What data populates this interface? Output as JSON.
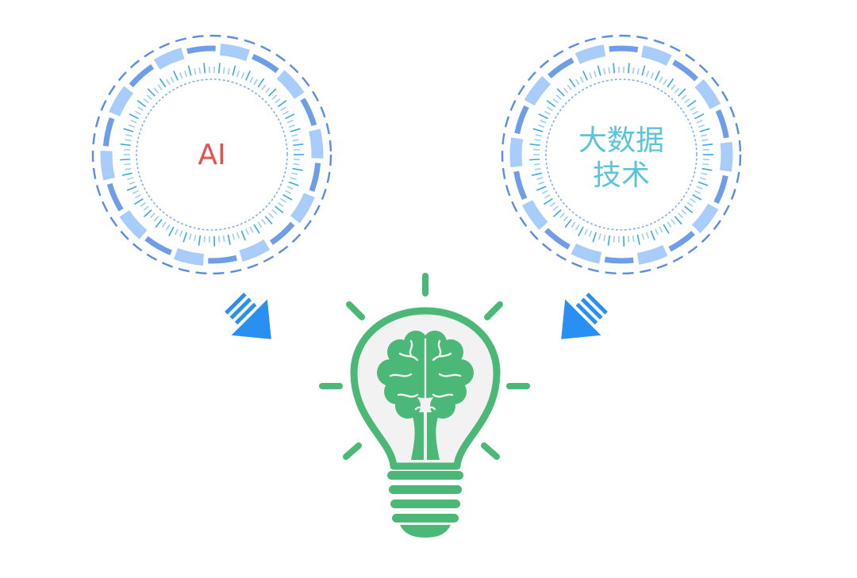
{
  "left_circle": {
    "label_lines": [
      "AI"
    ],
    "label_color": "#e8504f"
  },
  "right_circle": {
    "label_lines": [
      "大数据",
      "技术"
    ],
    "label_color": "#5bc4da"
  },
  "colors": {
    "ring_dash": "#5b8de6",
    "ring_segment_light": "#a9cdfa",
    "ring_segment_dark": "#6e9ee8",
    "ring_ticks_a": "#3aa8e0",
    "ring_ticks_b": "#9ccff0",
    "ring_dots": "#7aaee8",
    "arrow": "#2a8ff2",
    "bulb": "#4cb878",
    "bulb_fill": "#f2f2f2"
  },
  "icons": {
    "left_arrow": "arrow-down-right-icon",
    "right_arrow": "arrow-down-left-icon",
    "center": "lightbulb-brain-icon"
  }
}
